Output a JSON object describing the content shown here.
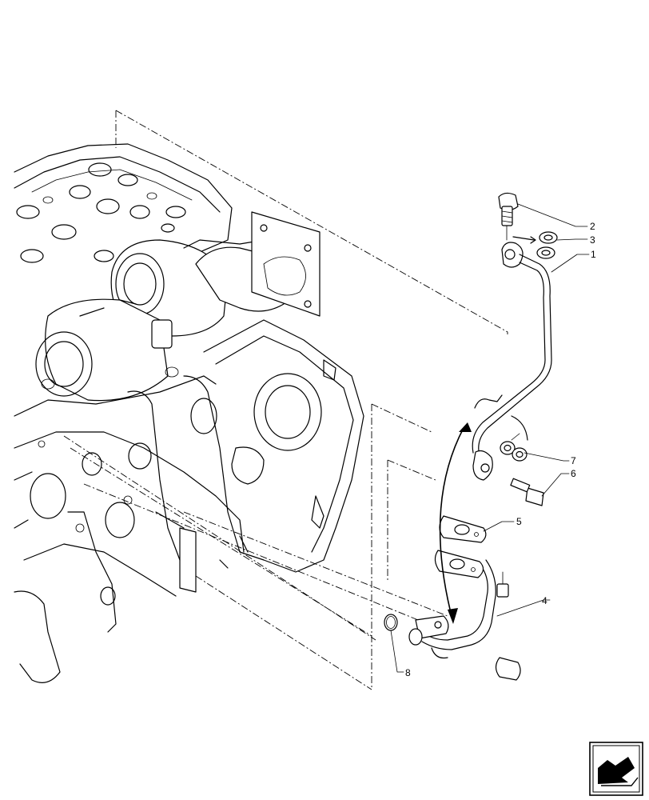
{
  "diagram": {
    "callouts": [
      {
        "id": "1",
        "text": "1"
      },
      {
        "id": "2",
        "text": "2"
      },
      {
        "id": "3",
        "text": "3"
      },
      {
        "id": "4",
        "text": "4"
      },
      {
        "id": "5",
        "text": "5"
      },
      {
        "id": "6",
        "text": "6"
      },
      {
        "id": "7",
        "text": "7"
      },
      {
        "id": "8",
        "text": "8"
      }
    ],
    "nav_icon": "next-page-arrow-icon"
  }
}
